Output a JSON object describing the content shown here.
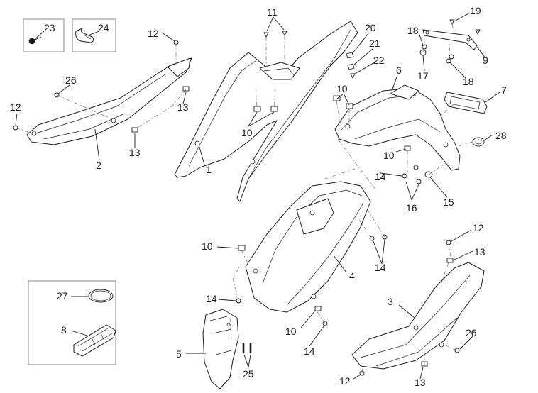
{
  "callouts": {
    "c1": "1",
    "c2": "2",
    "c3": "3",
    "c4": "4",
    "c5": "5",
    "c6": "6",
    "c7": "7",
    "c8": "8",
    "c9": "9",
    "c11": "11",
    "c16": "16",
    "c19": "19",
    "c20": "20",
    "c21": "21",
    "c22": "22",
    "c23": "23",
    "c24": "24",
    "c25": "25",
    "c27": "27",
    "c28": "28",
    "c10a": "10",
    "c10b": "10",
    "c10c": "10",
    "c10d": "10",
    "c10e": "10",
    "c12a": "12",
    "c12b": "12",
    "c12c": "12",
    "c12d": "12",
    "c13a": "13",
    "c13b": "13",
    "c13c": "13",
    "c13d": "13",
    "c14a": "14",
    "c14b": "14",
    "c14c": "14",
    "c14d": "14",
    "c15": "15",
    "c17": "17",
    "c18a": "18",
    "c18b": "18",
    "c26a": "26",
    "c26b": "26"
  },
  "colors": {
    "line": "#1a1a1a",
    "dash": "#6a6a6a",
    "box": "#8a8a8a",
    "background": "#ffffff"
  }
}
